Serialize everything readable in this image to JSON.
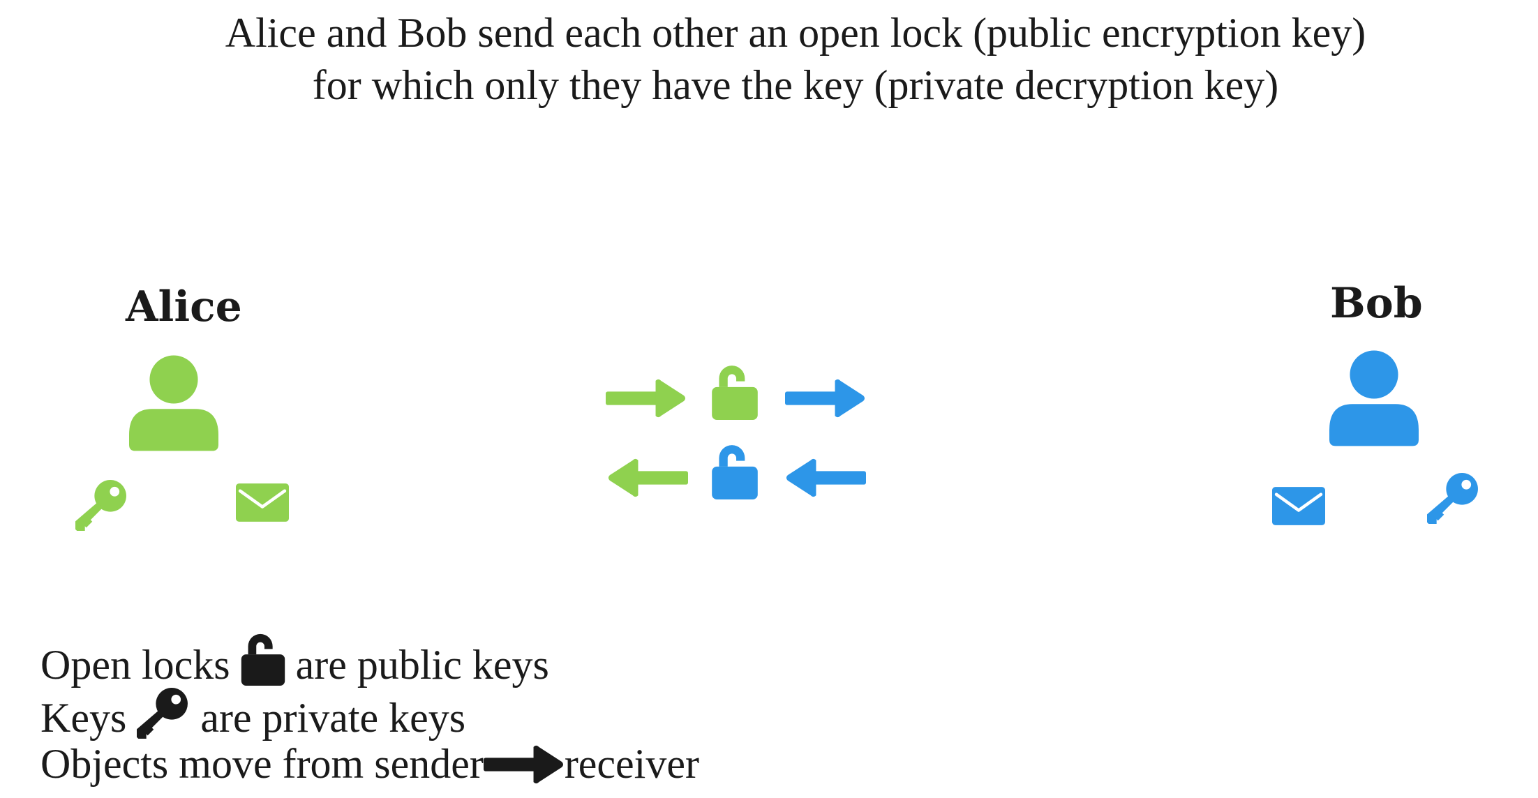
{
  "title": {
    "line1": "Alice and Bob send each other an open lock (public encryption key)",
    "line2": "for which only they have the key (private decryption key)"
  },
  "alice": {
    "name": "Alice",
    "color": "#8fd14f",
    "icons": [
      "user-icon",
      "key-icon",
      "envelope-icon"
    ]
  },
  "bob": {
    "name": "Bob",
    "color": "#2d96e8",
    "icons": [
      "user-icon",
      "envelope-icon",
      "key-icon"
    ]
  },
  "exchange": [
    {
      "direction": "Alice to Bob",
      "object": "open-lock-icon",
      "color": "#8fd14f"
    },
    {
      "direction": "Bob to Alice",
      "object": "open-lock-icon",
      "color": "#2d96e8"
    }
  ],
  "legend": {
    "locks": {
      "before": "Open locks",
      "after": "are public keys"
    },
    "keys": {
      "before": "Keys",
      "after": "are private keys"
    },
    "arrows": {
      "before": "Objects move from sender",
      "after": "receiver"
    },
    "icon_color": "#1a1a1a"
  }
}
